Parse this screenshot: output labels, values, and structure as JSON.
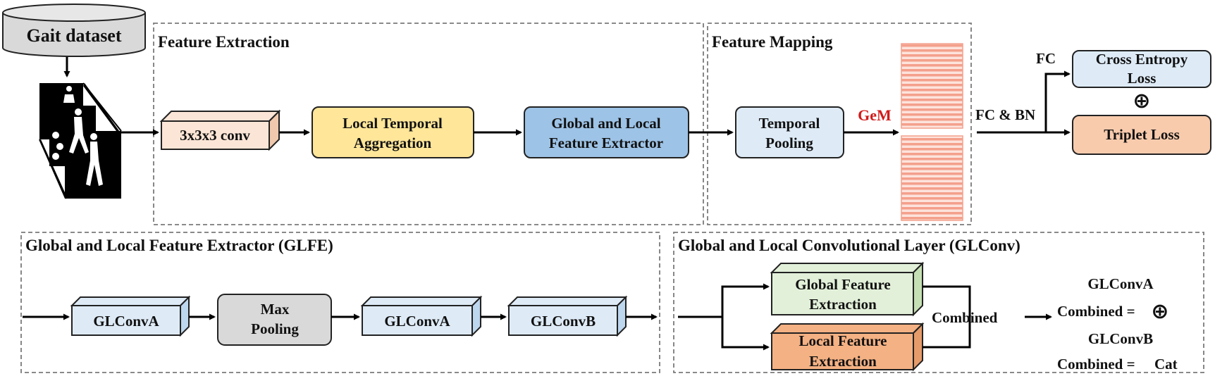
{
  "dataset": {
    "label": "Gait dataset"
  },
  "sections": {
    "feature_extraction": "Feature Extraction",
    "feature_mapping": "Feature Mapping",
    "glfe": "Global and Local Feature Extractor (GLFE)",
    "glconv": "Global and Local Convolutional Layer (GLConv)"
  },
  "top_row": {
    "conv": "3x3x3 conv",
    "lta_line1": "Local Temporal",
    "lta_line2": "Aggregation",
    "glfe_line1": "Global and Local",
    "glfe_line2": "Feature Extractor",
    "tp_line1": "Temporal",
    "tp_line2": "Pooling",
    "gem": "GeM",
    "fcbn": "FC & BN",
    "fc": "FC",
    "ce_line1": "Cross Entropy",
    "ce_line2": "Loss",
    "triplet": "Triplet Loss",
    "plus_symbol": "⊕"
  },
  "glfe_row": {
    "glconv_a1": "GLConvA",
    "maxpool_line1": "Max",
    "maxpool_line2": "Pooling",
    "glconv_a2": "GLConvA",
    "glconv_b": "GLConvB"
  },
  "glconv_row": {
    "global_line1": "Global Feature",
    "global_line2": "Extraction",
    "local_line1": "Local Feature",
    "local_line2": "Extraction",
    "combined": "Combined",
    "legend_a_title": "GLConvA",
    "legend_a_text": "Combined =",
    "legend_a_symbol": "⊕",
    "legend_b_title": "GLConvB",
    "legend_b_text": "Combined =",
    "legend_b_value": "Cat"
  },
  "colors": {
    "conv": "#fbe5d6",
    "lta": "#ffe699",
    "glfe": "#9dc3e6",
    "light_blue": "#deebf7",
    "maxpool": "#d9d9d9",
    "global": "#e2f0d9",
    "local": "#f4b183",
    "triplet": "#f8cbad",
    "gem_accent": "#d11a1a",
    "stripe": "#f4a08c"
  }
}
